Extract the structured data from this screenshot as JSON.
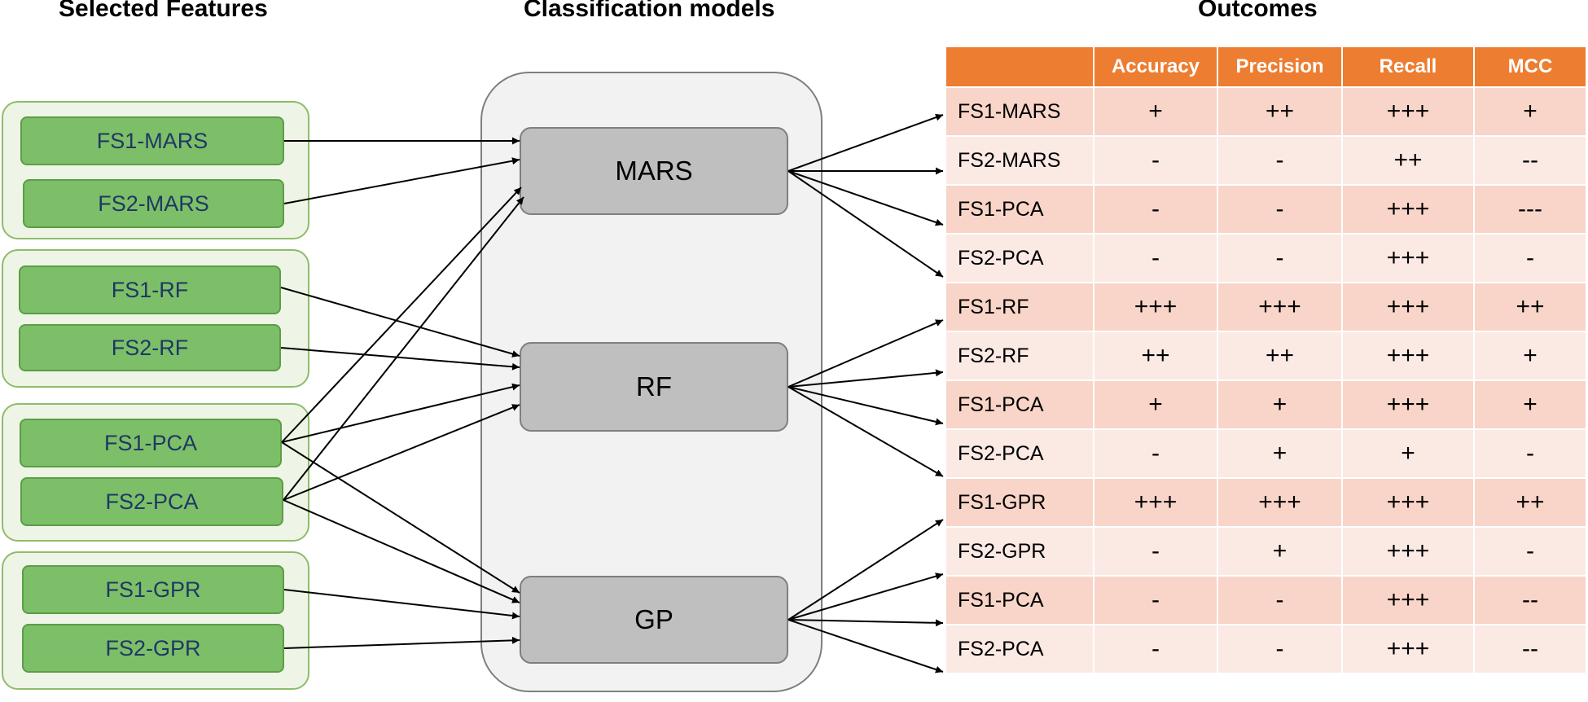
{
  "headings": {
    "features": "Selected Features",
    "models": "Classification models",
    "outcomes": "Outcomes"
  },
  "features": [
    "FS1-MARS",
    "FS2-MARS",
    "FS1-RF",
    "FS2-RF",
    "FS1-PCA",
    "FS2-PCA",
    "FS1-GPR",
    "FS2-GPR"
  ],
  "models": [
    "MARS",
    "RF",
    "GP"
  ],
  "table": {
    "columns": [
      "",
      "Accuracy",
      "Precision",
      "Recall",
      "MCC"
    ],
    "rows": [
      {
        "label": "FS1-MARS",
        "accuracy": "+",
        "precision": "++",
        "recall": "+++",
        "mcc": "+"
      },
      {
        "label": "FS2-MARS",
        "accuracy": "-",
        "precision": "-",
        "recall": "++",
        "mcc": "--"
      },
      {
        "label": "FS1-PCA",
        "accuracy": "-",
        "precision": "-",
        "recall": "+++",
        "mcc": "---"
      },
      {
        "label": "FS2-PCA",
        "accuracy": "-",
        "precision": "-",
        "recall": "+++",
        "mcc": "-"
      },
      {
        "label": "FS1-RF",
        "accuracy": "+++",
        "precision": "+++",
        "recall": "+++",
        "mcc": "++"
      },
      {
        "label": "FS2-RF",
        "accuracy": "++",
        "precision": "++",
        "recall": "+++",
        "mcc": "+"
      },
      {
        "label": "FS1-PCA",
        "accuracy": "+",
        "precision": "+",
        "recall": "+++",
        "mcc": "+"
      },
      {
        "label": "FS2-PCA",
        "accuracy": "-",
        "precision": "+",
        "recall": "+",
        "mcc": "-"
      },
      {
        "label": "FS1-GPR",
        "accuracy": "+++",
        "precision": "+++",
        "recall": "+++",
        "mcc": "++"
      },
      {
        "label": "FS2-GPR",
        "accuracy": "-",
        "precision": "+",
        "recall": "+++",
        "mcc": "-"
      },
      {
        "label": "FS1-PCA",
        "accuracy": "-",
        "precision": "-",
        "recall": "+++",
        "mcc": "--"
      },
      {
        "label": "FS2-PCA",
        "accuracy": "-",
        "precision": "-",
        "recall": "+++",
        "mcc": "--"
      }
    ]
  },
  "colors": {
    "header": "#ed7d31",
    "row_dark": "#f8d5c8",
    "row_light": "#fbe9e4",
    "feature_fill": "#7dbf68",
    "feature_text": "#1f3864",
    "model_fill": "#bfbfbf"
  }
}
